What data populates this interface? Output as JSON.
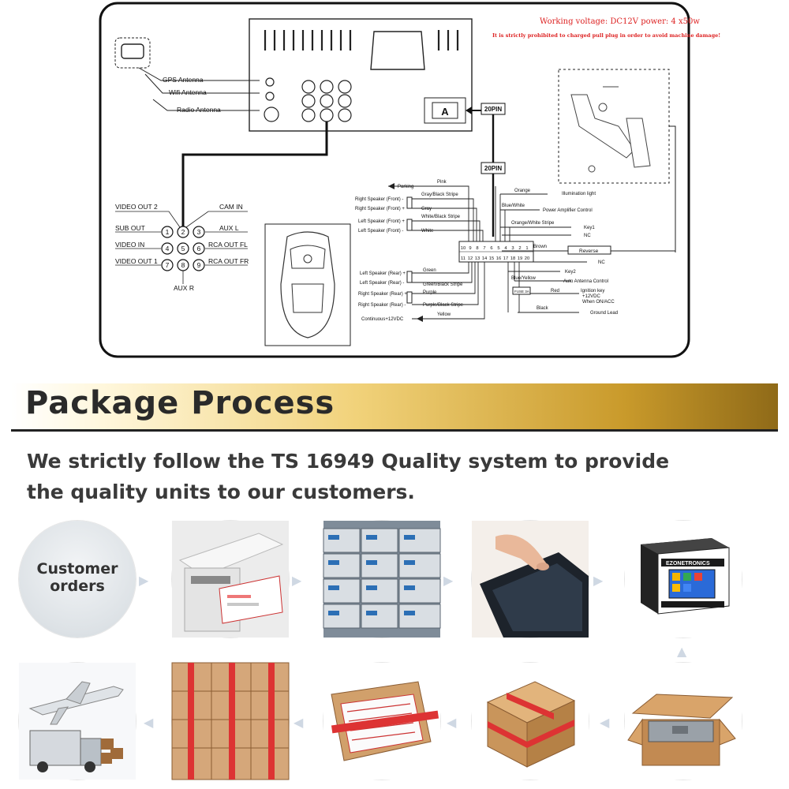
{
  "diagram": {
    "working_voltage": "Working voltage: DC12V power: 4 x50w",
    "warning": "It is strictly prohibited to charged pull plug in order to avoid machine damage!",
    "antennas": [
      "GPS Antenna",
      "Wifi Antenna",
      "Radio Antenna"
    ],
    "connector_a": "A",
    "pin_top": "20PIN",
    "pin_mid": "20PIN",
    "av_left": [
      "VIDEO OUT 2",
      "SUB OUT",
      "VIDEO IN",
      "VIDEO OUT 1"
    ],
    "av_right": [
      "CAM IN",
      "AUX L",
      "RCA OUT FL",
      "RCA OUT FR"
    ],
    "av_bottom": "AUX R",
    "av_numbers": [
      "1",
      "2",
      "3",
      "4",
      "5",
      "6",
      "7",
      "8",
      "9"
    ],
    "left_wires": {
      "parking": "Parking",
      "pink": "Pink",
      "rsf_minus": "Right Speaker (Front) -",
      "rsf_plus": "Right Speaker (Front) +",
      "gray_black": "Gray/Black Stripe",
      "gray": "Gray",
      "lsf_plus": "Left Speaker (Front) +",
      "lsf_minus": "Left Speaker (Front) -",
      "white_black": "White/Black Stripe",
      "white": "White",
      "lsr_plus": "Left Speaker (Rear) +",
      "lsr_minus": "Left Speaker (Rear) -",
      "green": "Green",
      "green_black": "Green/Black Stripe",
      "rsr_plus": "Right Speaker (Rear) +",
      "rsr_minus": "Right Speaker (Rear) -",
      "purple": "Purple",
      "purple_black": "Purple/Black Stripe",
      "continuous": "Continuous+12VDC",
      "yellow": "Yellow"
    },
    "right_wires": {
      "orange": "Orange",
      "illumination": "Illumination light",
      "blue_white": "Blue/White",
      "power_amp": "Power Amplifier Control",
      "orange_white": "Orange/White Stripe",
      "key1": "Key1",
      "nc1": "NC",
      "brown": "Brown",
      "reverse": "Reverse",
      "nc2": "NC",
      "key2": "Key2",
      "blue_yellow": "Blue/Yellow",
      "auto_antenna": "Auto Antenna Control",
      "fuse": "FUSE 3A",
      "red": "Red",
      "ignition": "Ignition key",
      "ignition2": "+12VDC",
      "ignition3": "When ON/ACC",
      "black": "Black",
      "ground": "Ground Lead"
    },
    "pin_row_top": [
      "10",
      "9",
      "8",
      "7",
      "6",
      "5",
      "4",
      "3",
      "2",
      "1"
    ],
    "pin_row_bottom": [
      "11",
      "12",
      "13",
      "14",
      "15",
      "16",
      "17",
      "18",
      "19",
      "20"
    ]
  },
  "section": {
    "title": "Package Process",
    "intro_line1": "We strictly follow the TS 16949 Quality system to provide",
    "intro_line2": "the quality units to our customers."
  },
  "steps": [
    {
      "label": "Customer orders",
      "icon": "customer-orders"
    },
    {
      "label": "",
      "icon": "printer-icon"
    },
    {
      "label": "",
      "icon": "warehouse-boxes-icon"
    },
    {
      "label": "",
      "icon": "quality-check-icon"
    },
    {
      "label": "",
      "icon": "retail-box-icon"
    },
    {
      "label": "",
      "icon": "open-carton-icon"
    },
    {
      "label": "",
      "icon": "taped-box-icon"
    },
    {
      "label": "",
      "icon": "shipping-label-icon"
    },
    {
      "label": "",
      "icon": "carton-stack-icon"
    },
    {
      "label": "",
      "icon": "airplane-truck-icon"
    }
  ],
  "retail_box_brand": "EZONETRONICS"
}
